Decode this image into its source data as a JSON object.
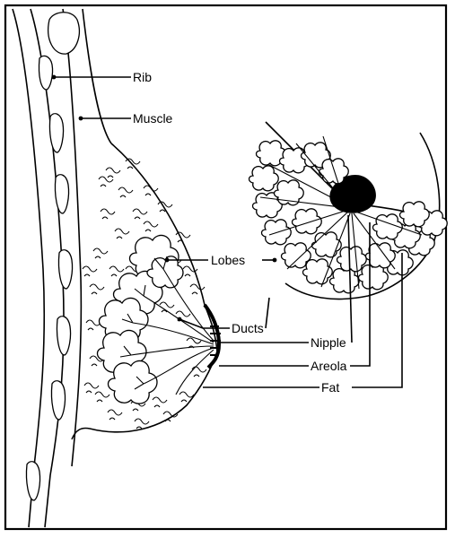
{
  "diagram": {
    "labels": {
      "rib": "Rib",
      "muscle": "Muscle",
      "lobes": "Lobes",
      "ducts": "Ducts",
      "nipple": "Nipple",
      "areola": "Areola",
      "fat": "Fat"
    },
    "colors": {
      "ink": "#000000",
      "paper": "#ffffff"
    }
  }
}
